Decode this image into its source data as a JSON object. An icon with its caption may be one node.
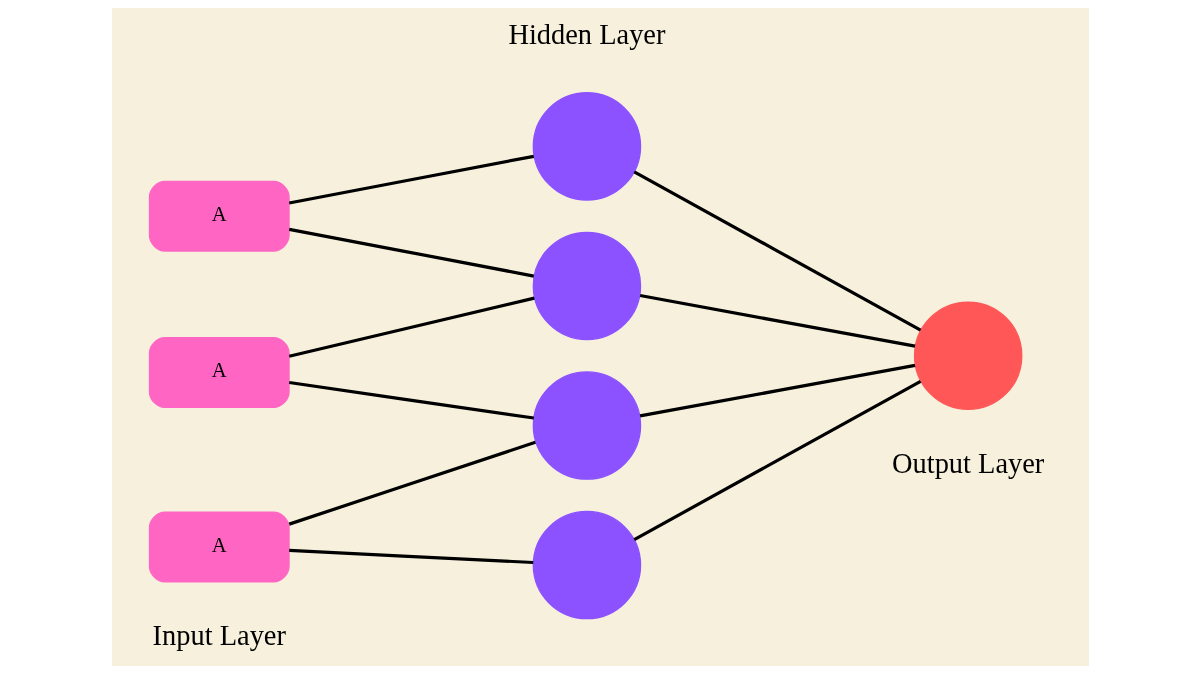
{
  "diagram": {
    "nodes": [
      {
        "text": [
          "A"
        ]
      },
      {
        "text": [
          "A"
        ]
      },
      {
        "text": [
          "A"
        ]
      },
      {
        "text": [],
        "shape": "circle"
      },
      {
        "text": [],
        "shape": "circle"
      },
      {
        "text": [],
        "shape": "circle"
      },
      {
        "text": [],
        "shape": "circle"
      },
      {
        "text": [],
        "shape": "circle"
      }
    ],
    "edges": [
      {
        "from": 0,
        "to": 3,
        "arrow": "none"
      },
      {
        "from": 0,
        "to": 4,
        "arrow": "none"
      },
      {
        "from": 1,
        "to": 4,
        "arrow": "none"
      },
      {
        "from": 1,
        "to": 5,
        "arrow": "none"
      },
      {
        "from": 2,
        "to": 5,
        "arrow": "none"
      },
      {
        "from": 2,
        "to": 6,
        "arrow": "none"
      },
      {
        "from": 3,
        "to": 7,
        "arrow": "none"
      },
      {
        "from": 4,
        "to": 7,
        "arrow": "none"
      },
      {
        "from": 5,
        "to": 7,
        "arrow": "none"
      },
      {
        "from": 6,
        "to": 7,
        "arrow": "none"
      }
    ],
    "labels": [
      "Hidden Layer",
      "Input Layer",
      "Output Layer"
    ]
  }
}
